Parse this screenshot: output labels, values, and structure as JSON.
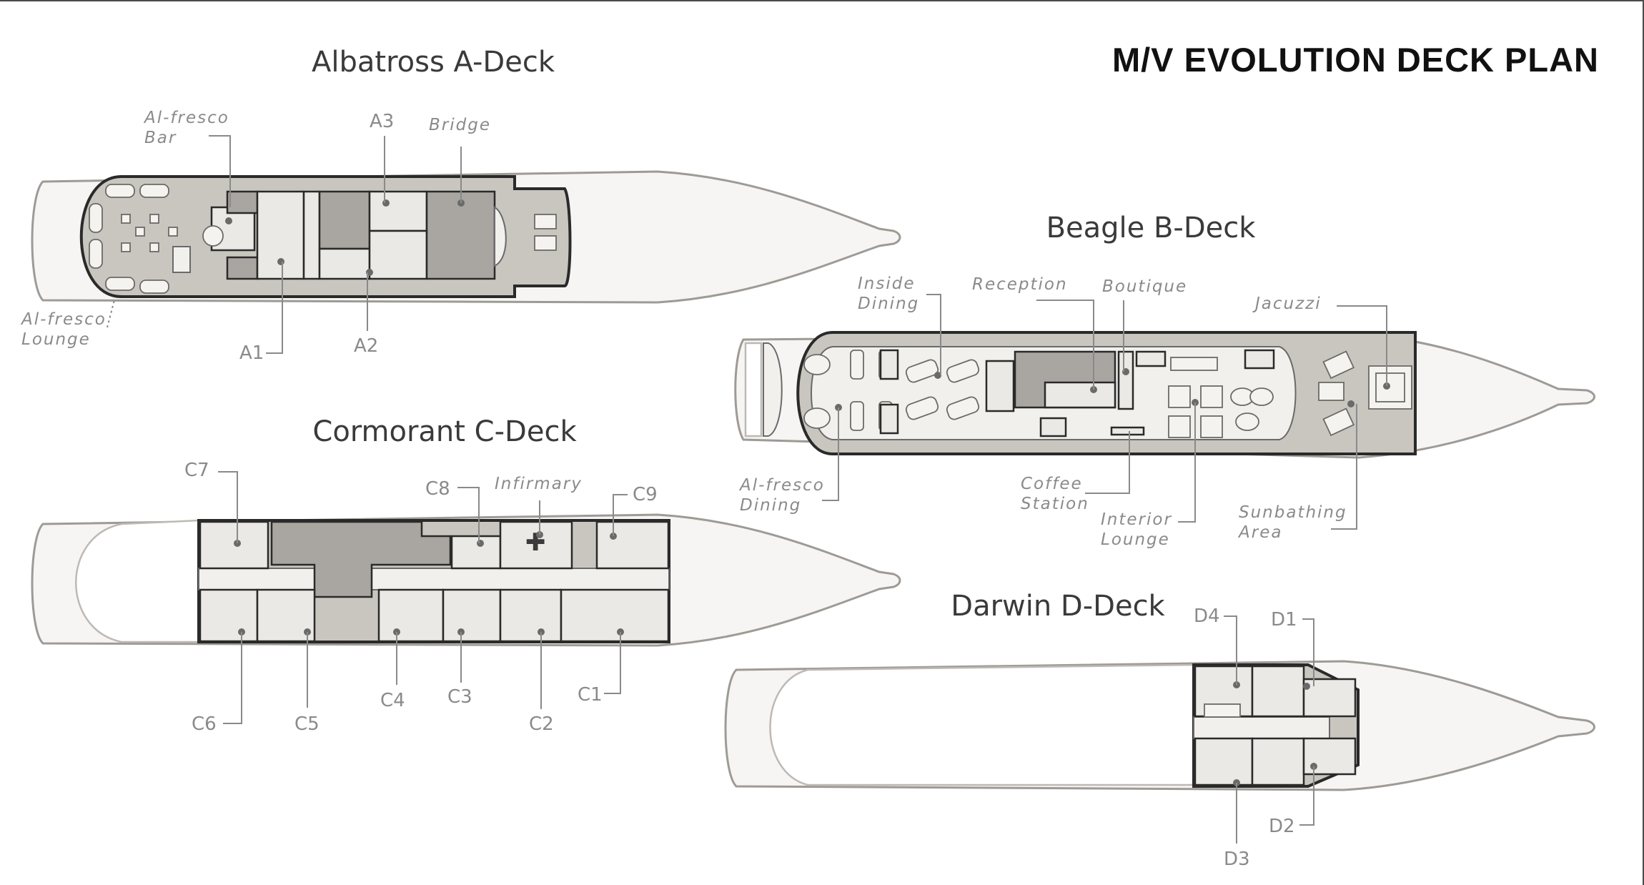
{
  "title": "M/V EVOLUTION DECK PLAN",
  "decks": {
    "a": {
      "name": "Albatross A-Deck",
      "labels": {
        "alfresco_bar": [
          "Al-fresco",
          "Bar"
        ],
        "bridge": "Bridge",
        "alfresco_lounge": [
          "Al-fresco",
          "Lounge"
        ]
      },
      "cabins": [
        "A1",
        "A2",
        "A3"
      ]
    },
    "b": {
      "name": "Beagle B-Deck",
      "labels": {
        "inside_dining": [
          "Inside",
          "Dining"
        ],
        "reception": "Reception",
        "boutique": "Boutique",
        "jacuzzi": "Jacuzzi",
        "alfresco_dining": [
          "Al-fresco",
          "Dining"
        ],
        "coffee_station": [
          "Coffee",
          "Station"
        ],
        "interior_lounge": [
          "Interior",
          "Lounge"
        ],
        "sunbathing_area": [
          "Sunbathing",
          "Area"
        ]
      }
    },
    "c": {
      "name": "Cormorant C-Deck",
      "labels": {
        "infirmary": "Infirmary"
      },
      "cabins": [
        "C1",
        "C2",
        "C3",
        "C4",
        "C5",
        "C6",
        "C7",
        "C8",
        "C9"
      ]
    },
    "d": {
      "name": "Darwin D-Deck",
      "cabins": [
        "D1",
        "D2",
        "D3",
        "D4"
      ]
    }
  },
  "colors": {
    "deck_fill": "#c9c6c0",
    "dark_area": "#a9a6a1",
    "hull": "#f6f5f3",
    "label": "#8a8a8a"
  }
}
